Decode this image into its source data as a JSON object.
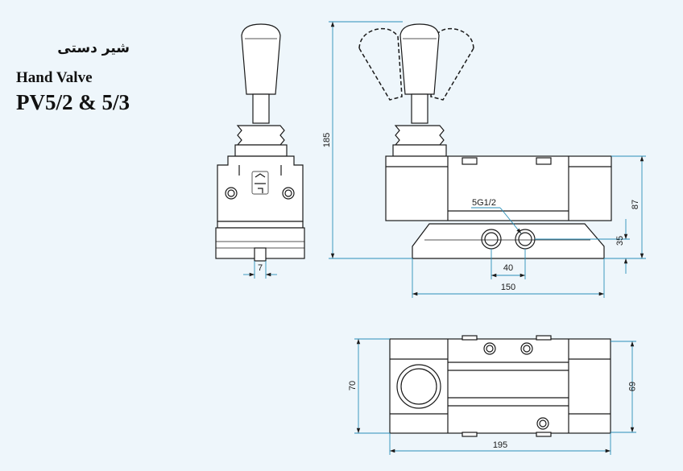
{
  "title": {
    "persian": "شیر دستی",
    "english": "Hand Valve",
    "model": "PV5/2 & 5/3"
  },
  "dimensions": {
    "overall_height": "185",
    "body_height": "87",
    "port_height": "35",
    "port_spacing": "40",
    "base_length": "150",
    "lever_width": "7",
    "port_thread": "5G1/2",
    "top_width": "70",
    "top_depth": "69",
    "total_length": "195"
  },
  "colors": {
    "background": "#eef6fb",
    "dimension_line": "#2a8fb8",
    "outline": "#1a1a1a"
  }
}
